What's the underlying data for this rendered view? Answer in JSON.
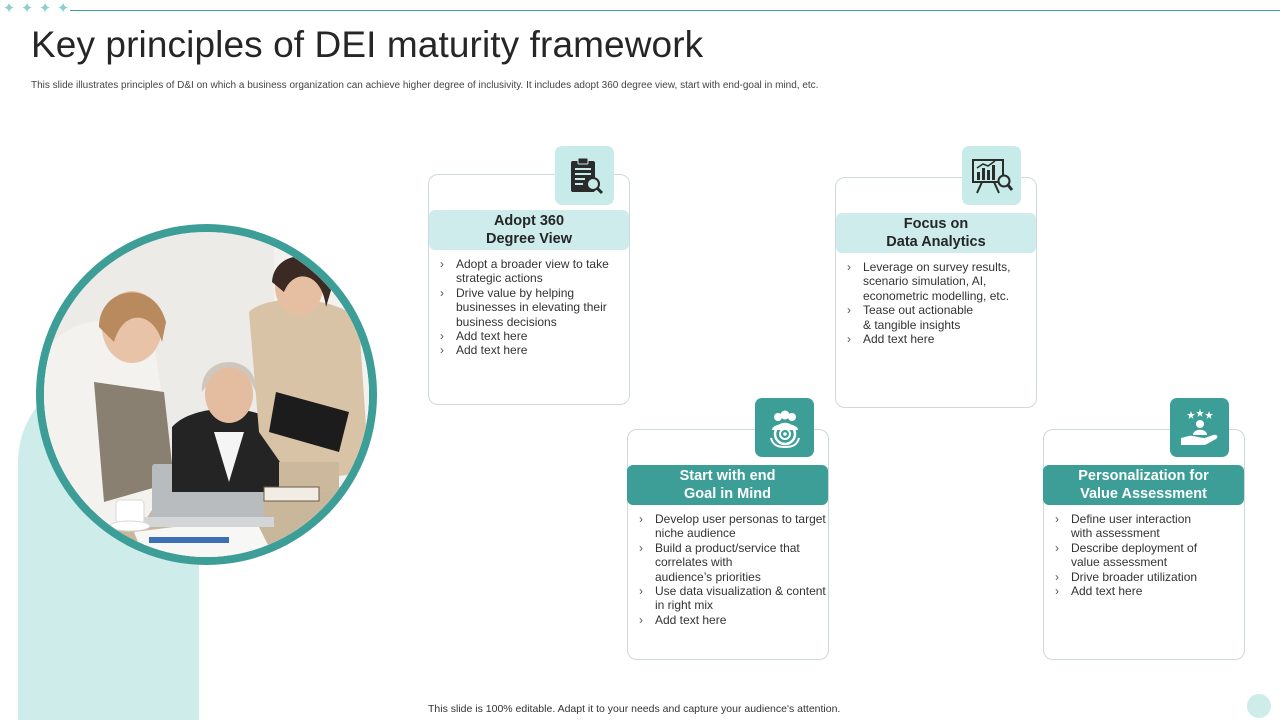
{
  "slide": {
    "title": "Key principles of DEI maturity framework",
    "subtitle": "This slide illustrates principles of D&I  on which a business organization can achieve higher degree of inclusivity. It includes adopt 360 degree view, start with end-goal in mind, etc.",
    "footer": "This slide is 100% editable.  Adapt it to your needs and capture your audience's attention."
  },
  "colors": {
    "accent": "#3d9e98",
    "accent_light": "#cdeceb"
  },
  "cards": [
    {
      "icon": "clipboard-search-icon",
      "heading": "Adopt 360\nDegree View",
      "bullets": [
        "Adopt a broader view to take\nstrategic actions",
        "Drive value by helping\nbusinesses in elevating their\nbusiness decisions",
        "Add text here",
        "Add text here"
      ]
    },
    {
      "icon": "analytics-presentation-icon",
      "heading": "Focus on\nData Analytics",
      "bullets": [
        "Leverage on survey results,\nscenario simulation, AI,\neconometric modelling, etc.",
        "Tease out actionable\n& tangible insights",
        "Add text here"
      ]
    },
    {
      "icon": "team-target-icon",
      "heading": "Start with end\nGoal in Mind",
      "bullets": [
        "Develop user personas to target\nniche audience",
        "Build a product/service that\ncorrelates with\naudience’s priorities",
        "Use data visualization & content\nin right mix",
        "Add text here"
      ]
    },
    {
      "icon": "hand-user-stars-icon",
      "heading": "Personalization for\nValue Assessment",
      "bullets": [
        "Define user interaction\nwith assessment",
        "Describe deployment of\nvalue assessment",
        "Drive broader utilization",
        "Add text here"
      ]
    }
  ]
}
